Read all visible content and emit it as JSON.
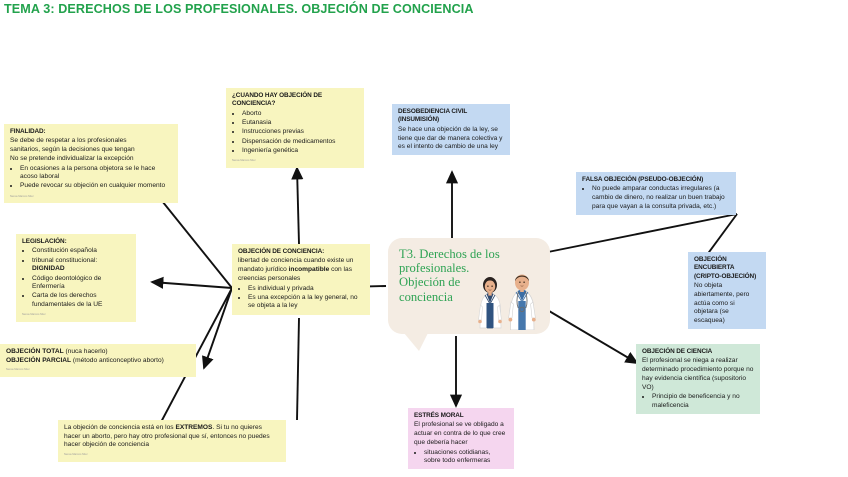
{
  "page": {
    "title": "TEMA 3: DERECHOS DE LOS PROFESIONALES. OBJECIÓN DE CONCIENCIA",
    "title_color": "#22a24c",
    "background": "#ffffff",
    "watermark": "Nerea Marcos Mier"
  },
  "center": {
    "text": "T3. Derechos de los profesionales. Objeción de conciencia",
    "background": "#f4ece3",
    "text_color": "#2fa354",
    "illustration": "two-healthcare-professionals"
  },
  "nodes": {
    "finalidad": {
      "heading": "FINALIDAD:",
      "lines": [
        "Se debe de respetar a los profesionales",
        "sanitarios, según la decisiones que tengan",
        "No se  pretende individualizar la excepción"
      ],
      "bullets": [
        "En ocasiones a la persona objetora se le hace acoso laboral",
        "Puede revocar su objeción en cualquier momento"
      ],
      "color": "#f8f5bf"
    },
    "legislacion": {
      "heading": "LEGISLACIÓN:",
      "bullets": [
        "Constitución española",
        "tribunal constitucional: DIGNIDAD",
        "Código deontológico de Enfermería",
        "Carta de los derechos fundamentales de la UE"
      ],
      "bold_fragment": "DIGNIDAD",
      "color": "#f8f5bf"
    },
    "objecion_total_parcial": {
      "line1_bold": "OBJECIÓN TOTAL",
      "line1_rest": " (nuca hacerlo)",
      "line2_bold": "OBJECIÓN PARCIAL",
      "line2_rest": " (método anticonceptivo aborto)",
      "color": "#f8f5bf"
    },
    "extremos": {
      "text_before": "La objeción de conciencia está en los ",
      "text_bold": "EXTREMOS",
      "text_after": ". Si tu no quieres hacer un aborto, pero hay otro profesional que sí, entonces no puedes hacer objeción de conciencia",
      "color": "#f8f5bf"
    },
    "cuando": {
      "heading": "¿CUANDO HAY OBJECIÓN DE CONCIENCIA?",
      "bullets": [
        "Aborto",
        "Eutanasia",
        "Instrucciones previas",
        "Dispensación de medicamentos",
        "Ingeniería genética"
      ],
      "color": "#f8f5bf"
    },
    "definicion": {
      "heading": "OBJECIÓN DE CONCIENCIA:",
      "body_before": "libertad de conciencia cuando existe un mandato jurídico ",
      "body_bold": "incompatible",
      "body_after": " con las creencias personales",
      "bullets": [
        "Es individual y privada",
        "Es una excepción a la ley general, no se objeta a la ley"
      ],
      "color": "#f8f5bf"
    },
    "desobediencia": {
      "heading": "DESOBEDIENCIA CIVIL (INSUMISIÓN)",
      "body": "Se hace una objeción de la ley, se tiene que dar de manera colectiva y es el intento de cambio de una ley",
      "color": "#c3d9f2"
    },
    "falsa_objecion": {
      "heading": "FALSA OBJECIÓN (PSEUDO-OBJECIÓN)",
      "bullets": [
        "No puede amparar conductas irregulares (a cambio de dinero, no realizar un buen trabajo para que vayan a la consulta privada, etc.)"
      ],
      "color": "#c3d9f2"
    },
    "objecion_encubierta": {
      "heading": "OBJECIÓN ENCUBIERTA (CRIPTO-OBJECIÓN)",
      "body": "No objeta abiertamente, pero actúa como si objetara (se escaquea)",
      "color": "#c3d9f2"
    },
    "objecion_ciencia": {
      "heading": "OBJECIÓN DE CIENCIA",
      "body": "El profesional se niega a realizar determinado procedimiento porque no hay evidencia científica (supositorio VO)",
      "bullets": [
        "Principio de beneficencia y no maleficencia"
      ],
      "color": "#cfe8d8"
    },
    "estres_moral": {
      "heading": "ESTRÉS MORAL",
      "body": "El profesional se ve obligado a actuar en contra de lo que cree que debería hacer",
      "bullets": [
        "situaciones cotidianas, sobre todo enfermeras"
      ],
      "color": "#f5d6ef"
    }
  }
}
